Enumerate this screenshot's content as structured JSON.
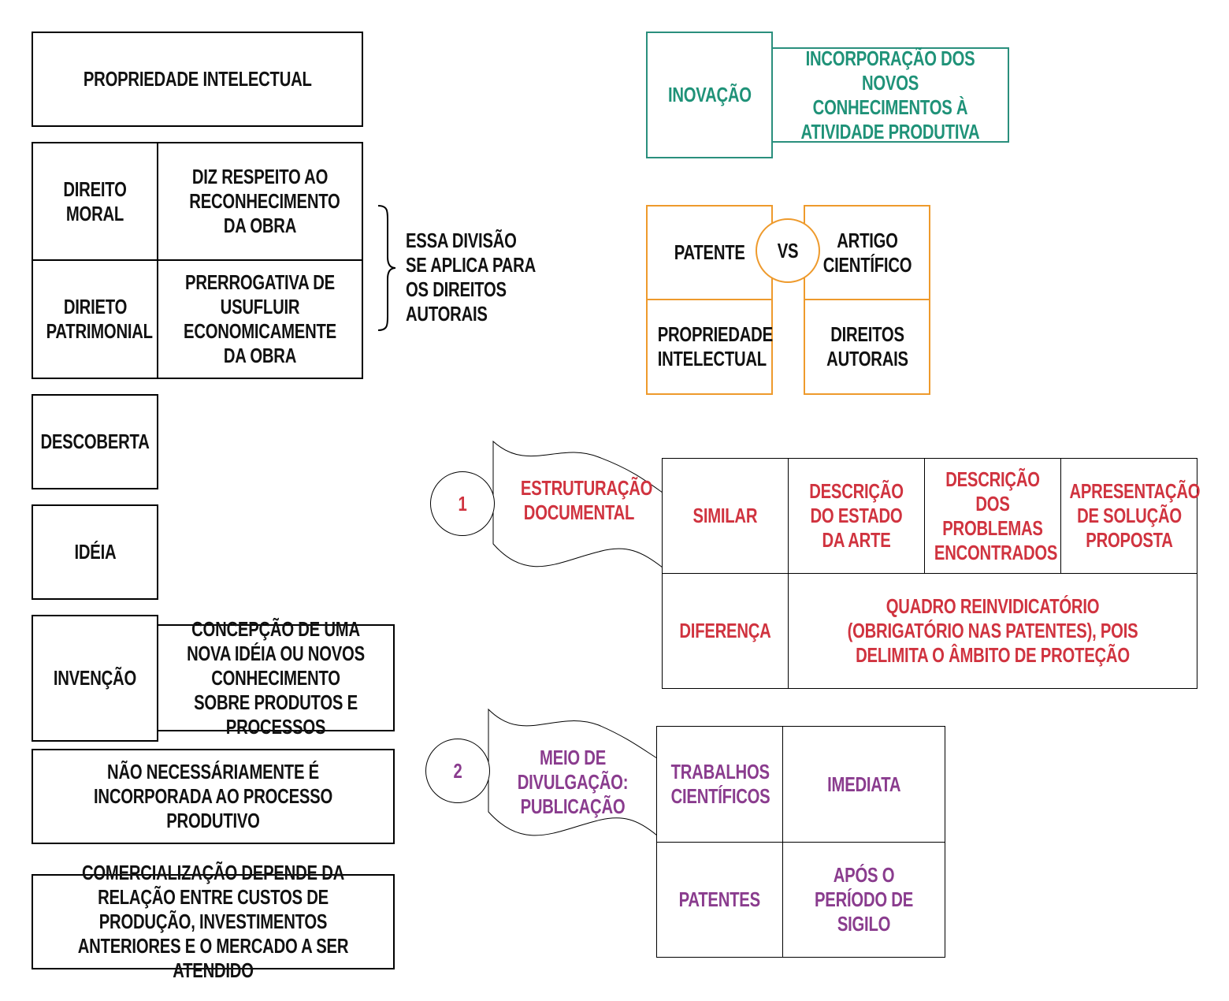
{
  "left": {
    "propriedade_intelectual": "PROPRIEDADE INTELECTUAL",
    "direito_moral": "DIREITO MORAL",
    "direito_moral_desc": "DIZ RESPEITO AO RECONHECIMENTO DA OBRA",
    "direito_patrimonial": "DIRIETO PATRIMONIAL",
    "direito_patrimonial_desc": "PRERROGATIVA DE USUFLUIR ECONOMICAMENTE DA OBRA",
    "brace_note": "ESSA DIVISÃO SE APLICA PARA OS DIREITOS AUTORAIS",
    "descoberta": "DESCOBERTA",
    "ideia": "IDÉIA",
    "invencao": "INVENÇÃO",
    "invencao_desc": "CONCEPÇÃO DE UMA NOVA IDÉIA OU NOVOS CONHECIMENTO SOBRE PRODUTOS E PROCESSOS",
    "nao_necessariamente": "NÃO NECESSÁRIAMENTE É INCORPORADA AO PROCESSO PRODUTIVO",
    "comercializacao": "COMERCIALIZAÇÃO DEPENDE DA RELAÇÃO ENTRE CUSTOS DE PRODUÇÃO, INVESTIMENTOS ANTERIORES E O MERCADO A SER ATENDIDO"
  },
  "inovacao": {
    "label": "INOVAÇÃO",
    "desc": "INCORPORAÇÃO DOS NOVOS CONHECIMENTOS À ATIVIDADE PRODUTIVA"
  },
  "comparison": {
    "patente": "PATENTE",
    "vs": "VS",
    "artigo": "ARTIGO CIENTÍFICO",
    "propriedade": "PROPRIEDADE INTELECTUAL",
    "direitos": "DIREITOS AUTORAIS"
  },
  "section1": {
    "number": "1",
    "banner": "ESTRUTURAÇÃO DOCUMENTAL",
    "similar": "SIMILAR",
    "estado_arte": "DESCRIÇÃO DO ESTADO DA ARTE",
    "problemas": "DESCRIÇÃO DOS PROBLEMAS ENCONTRADOS",
    "solucao": "APRESENTAÇÃO DE SOLUÇÃO PROPOSTA",
    "diferenca": "DIFERENÇA",
    "quadro": "QUADRO REINVIDICATÓRIO (OBRIGATÓRIO NAS PATENTES), POIS DELIMITA O ÂMBITO DE PROTEÇÃO"
  },
  "section2": {
    "number": "2",
    "banner": "MEIO DE DIVULGAÇÃO: PUBLICAÇÃO",
    "trabalhos": "TRABALHOS CIENTÍFICOS",
    "imediata": "IMEDIATA",
    "patentes": "PATENTES",
    "apos_sigilo": "APÓS O PERÍODO DE SIGILO"
  },
  "colors": {
    "teal": "#2a8f7d",
    "orange": "#ee9a2c",
    "red": "#d0333f",
    "purple": "#8a3c8e"
  }
}
